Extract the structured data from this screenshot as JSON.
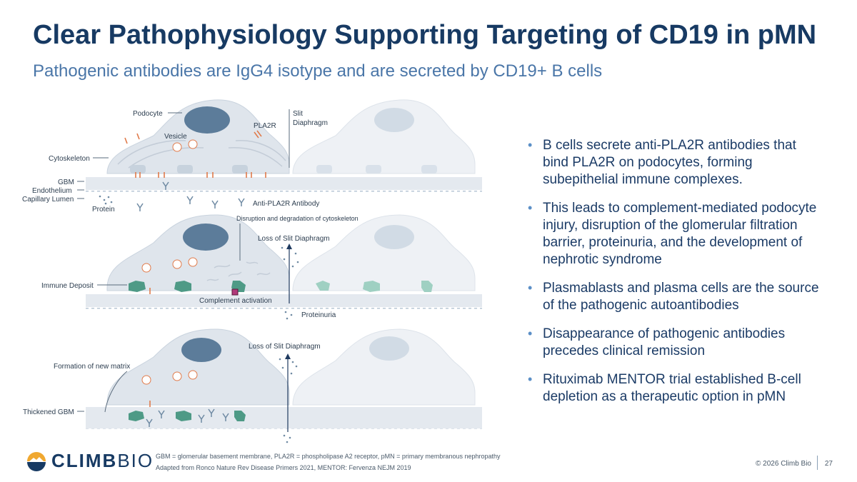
{
  "header": {
    "title": "Clear Pathophysiology Supporting Targeting of CD19 in pMN",
    "subtitle": "Pathogenic antibodies are IgG4 isotype and are secreted by CD19+ B cells"
  },
  "diagram": {
    "panel1": {
      "podocyte": "Podocyte",
      "vesicle": "Vesicle",
      "pla2r": "PLA2R",
      "slit_line1": "Slit",
      "slit_line2": "Diaphragm",
      "cytoskeleton": "Cytoskeleton",
      "gbm": "GBM",
      "endothelium": "Endothelium",
      "capillary_lumen": "Capillary Lumen",
      "protein": "Protein",
      "anti_pla2r": "Anti-PLA2R Antibody"
    },
    "panel2": {
      "disruption": "Disruption and degradation of cytoskeleton",
      "loss_slit": "Loss of Slit Diaphragm",
      "immune_deposit": "Immune Deposit",
      "complement": "Complement activation",
      "proteinuria": "Proteinuria"
    },
    "panel3": {
      "loss_slit": "Loss of Slit Diaphragm",
      "new_matrix": "Formation of new matrix",
      "thickened_gbm": "Thickened GBM"
    }
  },
  "bullets": [
    "B cells secrete anti-PLA2R antibodies that bind PLA2R on podocytes, forming subepithelial immune complexes.",
    "This leads to complement-mediated podocyte injury, disruption of the glomerular filtration barrier, proteinuria, and the development of nephrotic syndrome",
    "Plasmablasts and plasma cells are the source of the pathogenic autoantibodies",
    "Disappearance of pathogenic antibodies precedes clinical remission",
    "Rituximab MENTOR trial established B-cell depletion as a therapeutic option in pMN"
  ],
  "footer": {
    "logo_bold": "CLIMB",
    "logo_light": "BIO",
    "note1": "GBM = glomerular basement membrane, PLA2R = phospholipase A2 receptor, pMN = primary membranous nephropathy",
    "note2": "Adapted from Ronco Nature Rev Disease Primers 2021, MENTOR: Fervenza NEJM 2019",
    "copyright": "© 2026 Climb Bio",
    "page": "27"
  },
  "colors": {
    "title": "#173a63",
    "subtitle": "#4a76a8",
    "cell": "#dfe5ec",
    "nucleus": "#5c7c9a",
    "deposit": "#4e9a86",
    "antibody_orange": "#e07a4a",
    "complement": "#b03a7a"
  }
}
